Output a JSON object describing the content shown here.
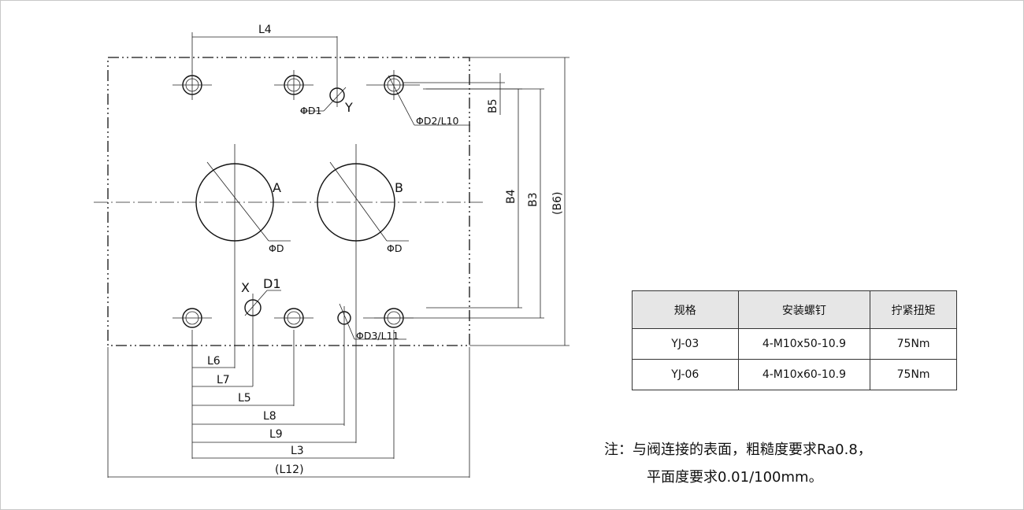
{
  "drawing": {
    "port_a": "A",
    "port_b": "B",
    "port_x": "X",
    "port_y": "Y",
    "dia_d": "ΦD",
    "dia_d1": "ΦD1",
    "d1": "D1",
    "dia_d2_l10": "ΦD2/L10",
    "dia_d3_l11": "ΦD3/L11",
    "dims": {
      "l3": "L3",
      "l4": "L4",
      "l5": "L5",
      "l6": "L6",
      "l7": "L7",
      "l8": "L8",
      "l9": "L9",
      "l12": "(L12)",
      "b3": "B3",
      "b4": "B4",
      "b5": "B5",
      "b6": "(B6)"
    }
  },
  "table": {
    "headers": [
      "规格",
      "安装螺钉",
      "拧紧扭矩"
    ],
    "rows": [
      [
        "YJ-03",
        "4-M10x50-10.9",
        "75Nm"
      ],
      [
        "YJ-06",
        "4-M10x60-10.9",
        "75Nm"
      ]
    ]
  },
  "note": {
    "line1": "注：与阀连接的表面，粗糙度要求Ra0.8，",
    "line2": "平面度要求0.01/100mm。"
  }
}
